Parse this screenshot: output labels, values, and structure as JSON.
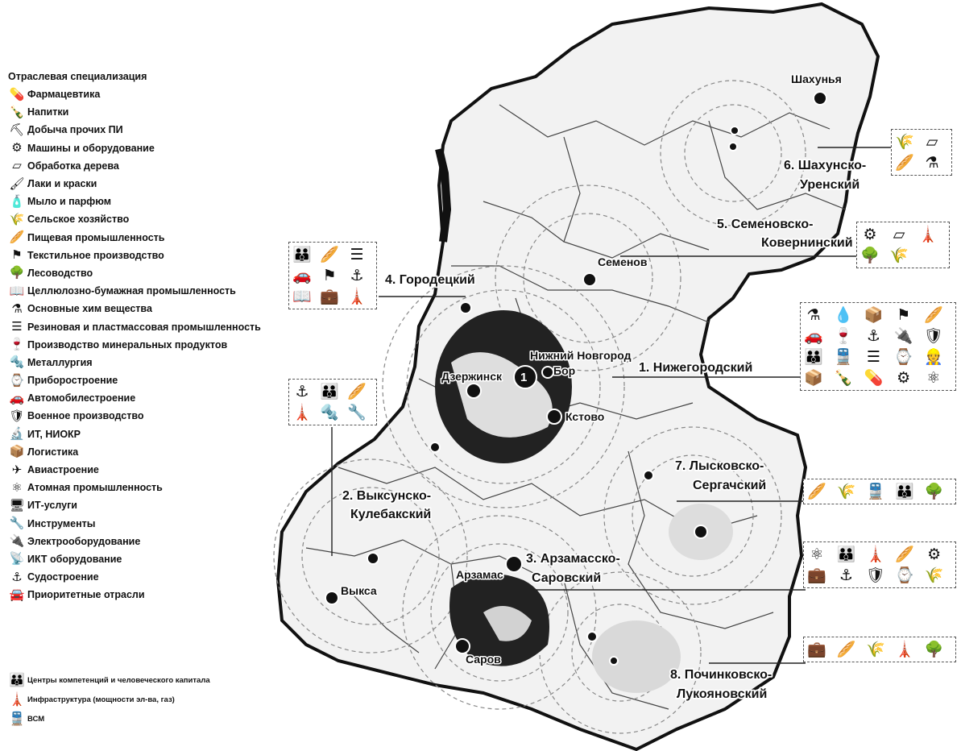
{
  "legend": {
    "title": "Отраслевая специализация",
    "items": [
      {
        "label": "Фармацевтика",
        "icon": "pill-icon",
        "glyph": "💊"
      },
      {
        "label": "Напитки",
        "icon": "bottle-icon",
        "glyph": "🍾"
      },
      {
        "label": "Добыча прочих ПИ",
        "icon": "mining-cart-icon",
        "glyph": "⛏"
      },
      {
        "label": "Машины и оборудование",
        "icon": "machine-icon",
        "glyph": "⚙"
      },
      {
        "label": "Обработка дерева",
        "icon": "plank-icon",
        "glyph": "▱"
      },
      {
        "label": "Лаки и краски",
        "icon": "brush-icon",
        "glyph": "🖌"
      },
      {
        "label": "Мыло и парфюм",
        "icon": "soap-icon",
        "glyph": "🧴"
      },
      {
        "label": "Сельское хозяйство",
        "icon": "wheat-icon",
        "glyph": "🌾"
      },
      {
        "label": "Пищевая промышленность",
        "icon": "bread-icon",
        "glyph": "🥖"
      },
      {
        "label": "Текстильное производство",
        "icon": "fabric-icon",
        "glyph": "⚑"
      },
      {
        "label": "Лесоводство",
        "icon": "tree-icon",
        "glyph": "🌳"
      },
      {
        "label": "Целлюлозно-бумажная промышленность",
        "icon": "paper-icon",
        "glyph": "📖"
      },
      {
        "label": "Основные хим вещества",
        "icon": "chemistry-icon",
        "glyph": "⚗"
      },
      {
        "label": "Резиновая и пластмассовая промышленность",
        "icon": "rubber-icon",
        "glyph": "☰"
      },
      {
        "label": "Производство минеральных продуктов",
        "icon": "glass-icon",
        "glyph": "🍷"
      },
      {
        "label": "Металлургия",
        "icon": "metal-icon",
        "glyph": "🔩"
      },
      {
        "label": "Приборостроение",
        "icon": "gauge-icon",
        "glyph": "⌚"
      },
      {
        "label": "Автомобилестроение",
        "icon": "car-icon",
        "glyph": "🚗"
      },
      {
        "label": "Военное производство",
        "icon": "tank-icon",
        "glyph": "🛡"
      },
      {
        "label": "ИТ, НИОКР",
        "icon": "research-icon",
        "glyph": "🔬"
      },
      {
        "label": "Логистика",
        "icon": "logistics-icon",
        "glyph": "📦"
      },
      {
        "label": "Авиастроение",
        "icon": "plane-icon",
        "glyph": "✈"
      },
      {
        "label": "Атомная промышленность",
        "icon": "atom-icon",
        "glyph": "⚛"
      },
      {
        "label": "ИТ-услуги",
        "icon": "it-services-icon",
        "glyph": "🖥"
      },
      {
        "label": "Инструменты",
        "icon": "wrench-icon",
        "glyph": "🔧"
      },
      {
        "label": "Электрооборудование",
        "icon": "plug-icon",
        "glyph": "🔌"
      },
      {
        "label": "ИКТ оборудование",
        "icon": "antenna-icon",
        "glyph": "📡"
      },
      {
        "label": "Судостроение",
        "icon": "anchor-icon",
        "glyph": "⚓"
      },
      {
        "label": "Приоритетные отрасли",
        "icon": "priority-car-icon",
        "glyph": "🚘"
      }
    ],
    "extra": [
      {
        "label": "Центры компетенций и человеческого капитала",
        "icon": "people-icon",
        "glyph": "👪"
      },
      {
        "label": "Инфраструктура (мощности эл-ва, газ)",
        "icon": "power-tower-icon",
        "glyph": "🗼"
      },
      {
        "label": "ВСМ",
        "icon": "train-icon",
        "glyph": "🚆"
      }
    ]
  },
  "cities": {
    "shakhunya": "Шахунья",
    "semenov": "Семенов",
    "nizhny": "Нижний Новгород",
    "bor": "Бор",
    "dzerzhinsk": "Дзержинск",
    "kstovo": "Кстово",
    "vyksa": "Выкса",
    "arzamas": "Арзамас",
    "sarov": "Саров"
  },
  "clusters": {
    "c1": "1. Нижегородский",
    "c2a": "2. Выксунско-",
    "c2b": "Кулебакский",
    "c3a": "3. Арзамасско-",
    "c3b": "Саровский",
    "c4": "4. Городецкий",
    "c5a": "5. Семеновско-",
    "c5b": "Ковернинский",
    "c6a": "6. Шахунско-",
    "c6b": "Уренский",
    "c7a": "7. Лысковско-",
    "c7b": "Сергачский",
    "c8a": "8. Починковско-",
    "c8b": "Лукояновский"
  },
  "markers": {
    "nizhny_number": "1"
  },
  "icon_boxes": {
    "gorodets": [
      "👪",
      "🥖",
      "☰",
      "🚗",
      "⚑",
      "⚓",
      "📖",
      "💼",
      "🗼"
    ],
    "vyksa": [
      "⚓",
      "👪",
      "🥖",
      "🗼",
      "🔩",
      "🔧"
    ],
    "shakhunya": [
      "🌾",
      "▱",
      "🥖",
      "⚗"
    ],
    "semenov": [
      "⚙",
      "▱",
      "🗼",
      "🌳",
      "🌾"
    ],
    "nizhny": [
      "⚗",
      "💧",
      "📦",
      "⚑",
      "🥖",
      "🚗",
      "🍷",
      "⚓",
      "🔌",
      "🛡",
      "👪",
      "🚆",
      "☰",
      "⌚",
      "👷",
      "📦",
      "🍾",
      "💊",
      "⚙",
      "⚛"
    ],
    "lyskovo": [
      "🥖",
      "🌾",
      "🚆",
      "👪",
      "🌳"
    ],
    "arzamas": [
      "⚛",
      "👪",
      "🗼",
      "🥖",
      "⚙",
      "💼",
      "⚓",
      "🛡",
      "⌚",
      "🌾"
    ],
    "pochinki": [
      "💼",
      "🥖",
      "🌾",
      "🗼",
      "🌳"
    ]
  }
}
